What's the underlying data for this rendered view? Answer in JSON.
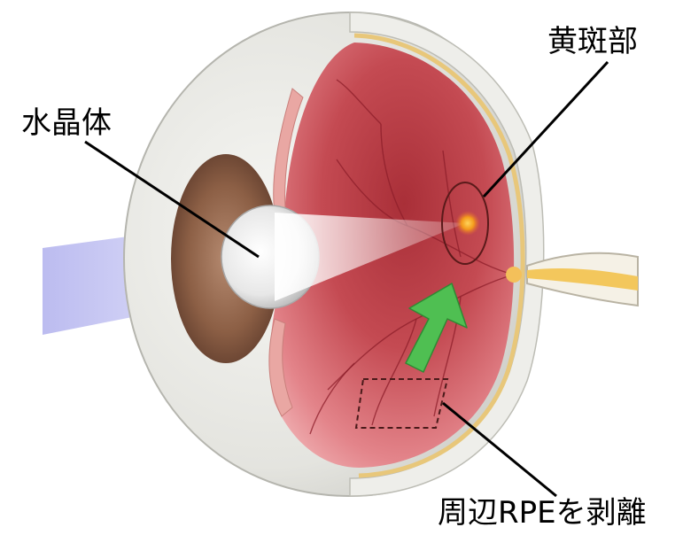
{
  "labels": {
    "lens": "水晶体",
    "macula": "黄斑部",
    "peripheral_rpe": "周辺RPEを剥離"
  },
  "colors": {
    "sclera": "#e9e9e6",
    "retina": "#c4474e",
    "fovea": "#f6a21b",
    "arrow": "#4fbf52",
    "optic_nerve": "#f3c75c",
    "light_beam": "#c7c6f2"
  },
  "icons": {
    "arrow": "green-arrow-up-right"
  }
}
